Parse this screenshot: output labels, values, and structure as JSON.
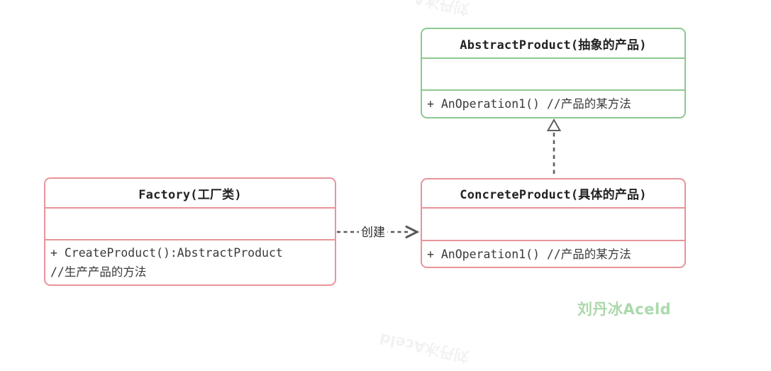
{
  "diagram": {
    "type": "uml-class-diagram",
    "classes": [
      {
        "name": "AbstractProduct",
        "title": "AbstractProduct(抽象的产品)",
        "attributes": "",
        "methods": [
          "+ AnOperation1() //产品的某方法"
        ],
        "border_color": "#8cc98f"
      },
      {
        "name": "Factory",
        "title": "Factory(工厂类)",
        "attributes": "",
        "methods": [
          "+ CreateProduct():AbstractProduct",
          "//生产产品的方法"
        ],
        "border_color": "#e8949a"
      },
      {
        "name": "ConcreteProduct",
        "title": "ConcreteProduct(具体的产品)",
        "attributes": "",
        "methods": [
          "+ AnOperation1() //产品的某方法"
        ],
        "border_color": "#e8949a"
      }
    ],
    "relations": [
      {
        "from": "Factory",
        "to": "ConcreteProduct",
        "label": "创建",
        "style": "dashed-open-arrow"
      },
      {
        "from": "ConcreteProduct",
        "to": "AbstractProduct",
        "label": "",
        "style": "dashed-hollow-triangle"
      }
    ]
  },
  "watermark": {
    "signature": "刘丹冰Aceld",
    "signature_color": "#abd9ab",
    "faint_text": "刘丹冰Aceld"
  },
  "colors": {
    "green_border": "#8cc98f",
    "red_border": "#e8949a",
    "connector_gray": "#5a5a5a",
    "title_text": "#222222",
    "method_text": "#3a3a3a"
  }
}
